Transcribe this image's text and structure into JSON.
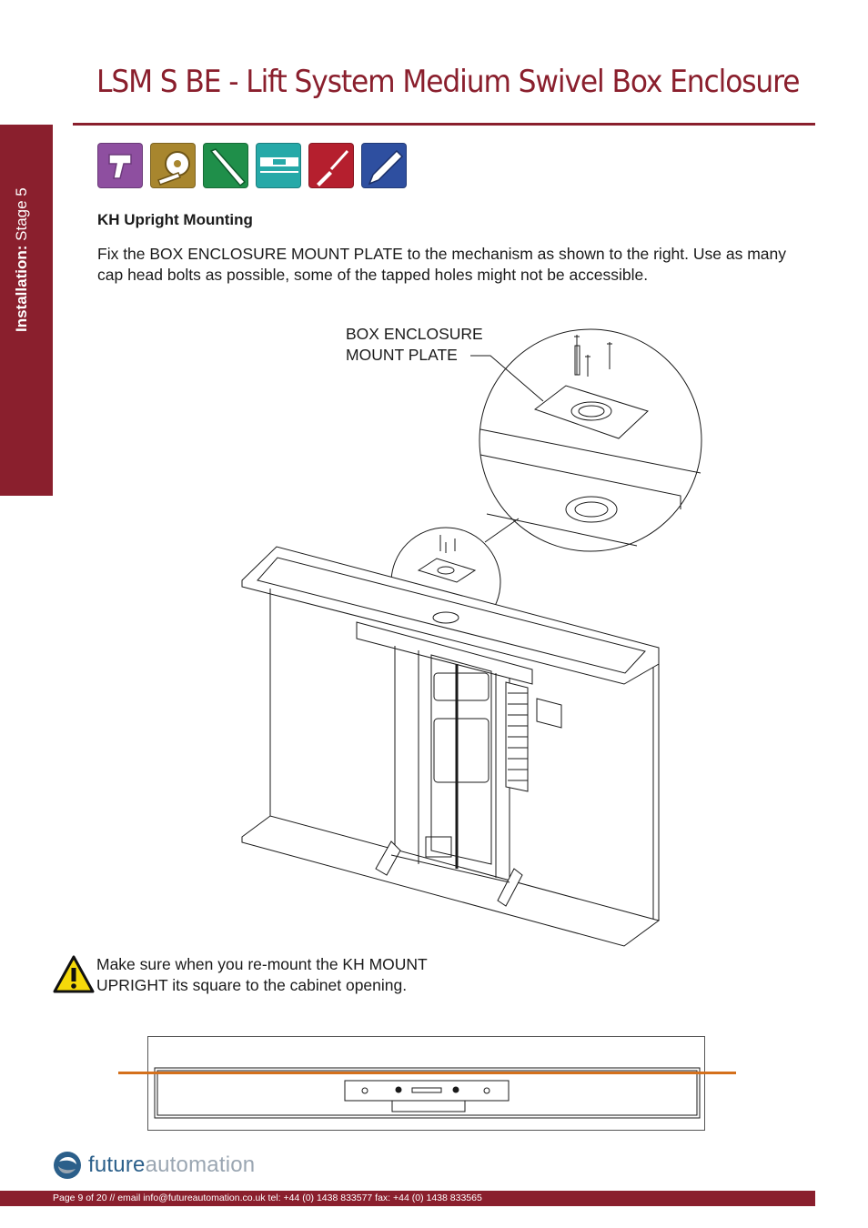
{
  "header": {
    "title": "LSM S BE - Lift System Medium Swivel Box Enclosure"
  },
  "sidebar": {
    "section_bold": "Installation:",
    "section_rest": " Stage  5"
  },
  "tools": [
    {
      "name": "drill-icon",
      "color": "#8e4fa0"
    },
    {
      "name": "tape-measure-icon",
      "color": "#a8862e"
    },
    {
      "name": "allen-key-icon",
      "color": "#1f8f4a"
    },
    {
      "name": "spirit-level-icon",
      "color": "#26a9a8"
    },
    {
      "name": "screwdriver-icon",
      "color": "#b51f2e"
    },
    {
      "name": "pencil-icon",
      "color": "#2e4fa0"
    }
  ],
  "content": {
    "heading": "KH Upright Mounting",
    "paragraph": "Fix the BOX ENCLOSURE MOUNT PLATE to the mechanism as shown to the right. Use as many cap head bolts as possible, some of the tapped holes might not be accessible.",
    "callout_line1": "BOX ENCLOSURE",
    "callout_line2": "MOUNT PLATE",
    "warning": "Make sure when you re-mount the KH MOUNT UPRIGHT its square to the cabinet opening."
  },
  "footer": {
    "logo_bold": "future",
    "logo_light": "automation",
    "text": "Page 9 of 20 // email info@futureautomation.co.uk  tel: +44 (0) 1438 833577  fax: +44 (0) 1438 833565"
  },
  "colors": {
    "brand": "#8a1f2d",
    "accent_line": "#d4701c",
    "warning_yellow": "#f5d90a"
  }
}
